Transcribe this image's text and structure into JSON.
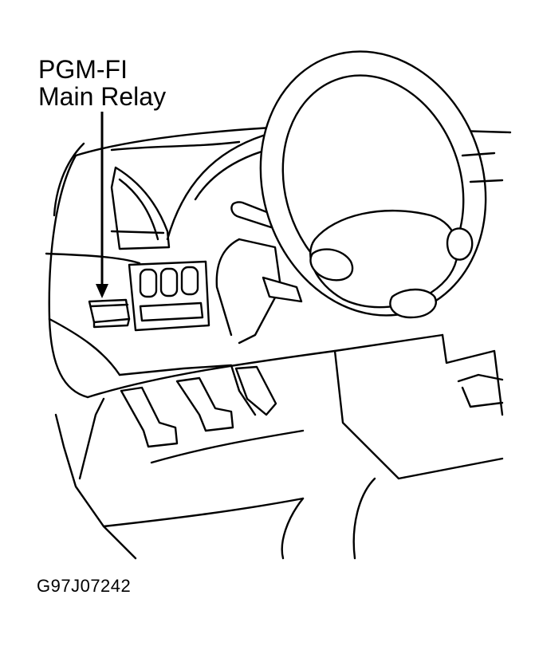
{
  "callout": {
    "line1": "PGM-FI",
    "line2": "Main Relay"
  },
  "figure_code": "G97J07242"
}
